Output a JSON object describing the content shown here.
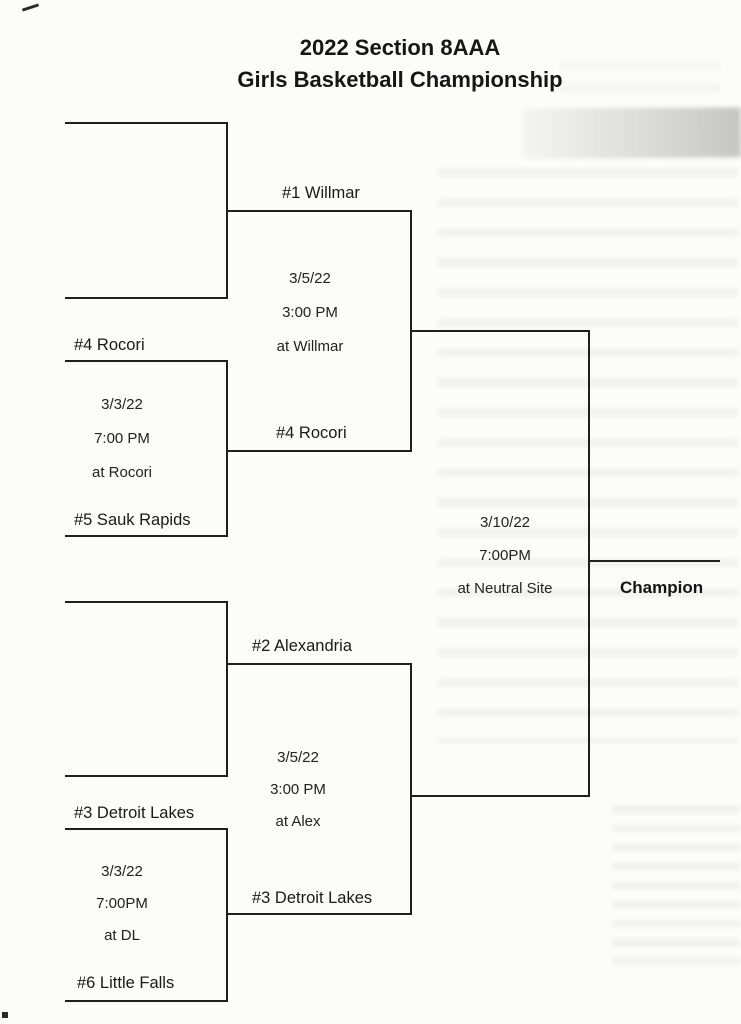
{
  "title_line1": "2022 Section 8AAA",
  "title_line2": "Girls Basketball Championship",
  "quarterfinal1": {
    "seed_top": "#4 Rocori",
    "seed_bottom": "#5 Sauk Rapids",
    "date": "3/3/22",
    "time": "7:00 PM",
    "site": "at Rocori"
  },
  "quarterfinal2": {
    "seed_top": "#3 Detroit Lakes",
    "seed_bottom": "#6 Little Falls",
    "date": "3/3/22",
    "time": "7:00PM",
    "site": "at DL"
  },
  "semifinal1": {
    "seed_top": "#1 Willmar",
    "winner_line": "#4 Rocori",
    "date": "3/5/22",
    "time": "3:00 PM",
    "site": "at Willmar"
  },
  "semifinal2": {
    "seed_top": "#2 Alexandria",
    "winner_line": "#3 Detroit Lakes",
    "date": "3/5/22",
    "time": "3:00 PM",
    "site": "at Alex"
  },
  "final": {
    "date": "3/10/22",
    "time": "7:00PM",
    "site": "at Neutral Site",
    "champion_label": "Champion"
  }
}
